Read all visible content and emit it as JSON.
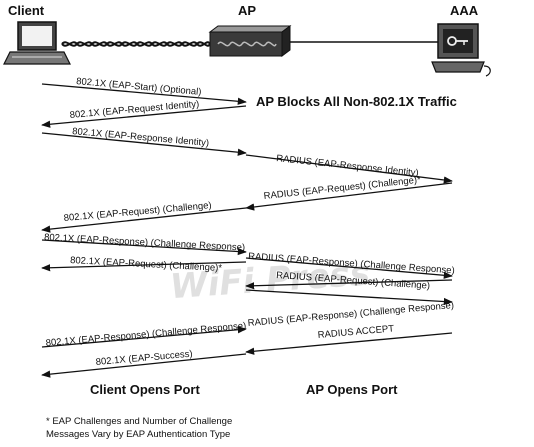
{
  "entities": {
    "client": "Client",
    "ap": "AP",
    "aaa": "AAA"
  },
  "ap_note": "AP Blocks All Non-802.1X Traffic",
  "messages": [
    "802.1X (EAP-Start) (Optional)",
    "802.1X (EAP-Request Identity)",
    "802.1X (EAP-Response Identity)",
    "RADIUS (EAP-Response Identity)",
    "RADIUS (EAP-Request) (Challenge)*",
    "802.1X (EAP-Request) (Challenge)",
    "802.1X (EAP-Response) (Challenge Response)",
    "RADIUS (EAP-Response) (Challenge Response)",
    "802.1X (EAP-Request) (Challenge)*",
    "RADIUS (EAP-Request) (Challenge)",
    "RADIUS (EAP-Response) (Challenge Response)",
    "802.1X (EAP-Response) (Challenge Response)",
    "RADIUS ACCEPT",
    "802.1X (EAP-Success)"
  ],
  "bottom_labels": {
    "client_port": "Client Opens Port",
    "ap_port": "AP Opens Port"
  },
  "footnote": {
    "line1": "* EAP Challenges and Number of Challenge",
    "line2": "Messages Vary by EAP Authentication Type"
  },
  "watermark": "WiFi Press"
}
